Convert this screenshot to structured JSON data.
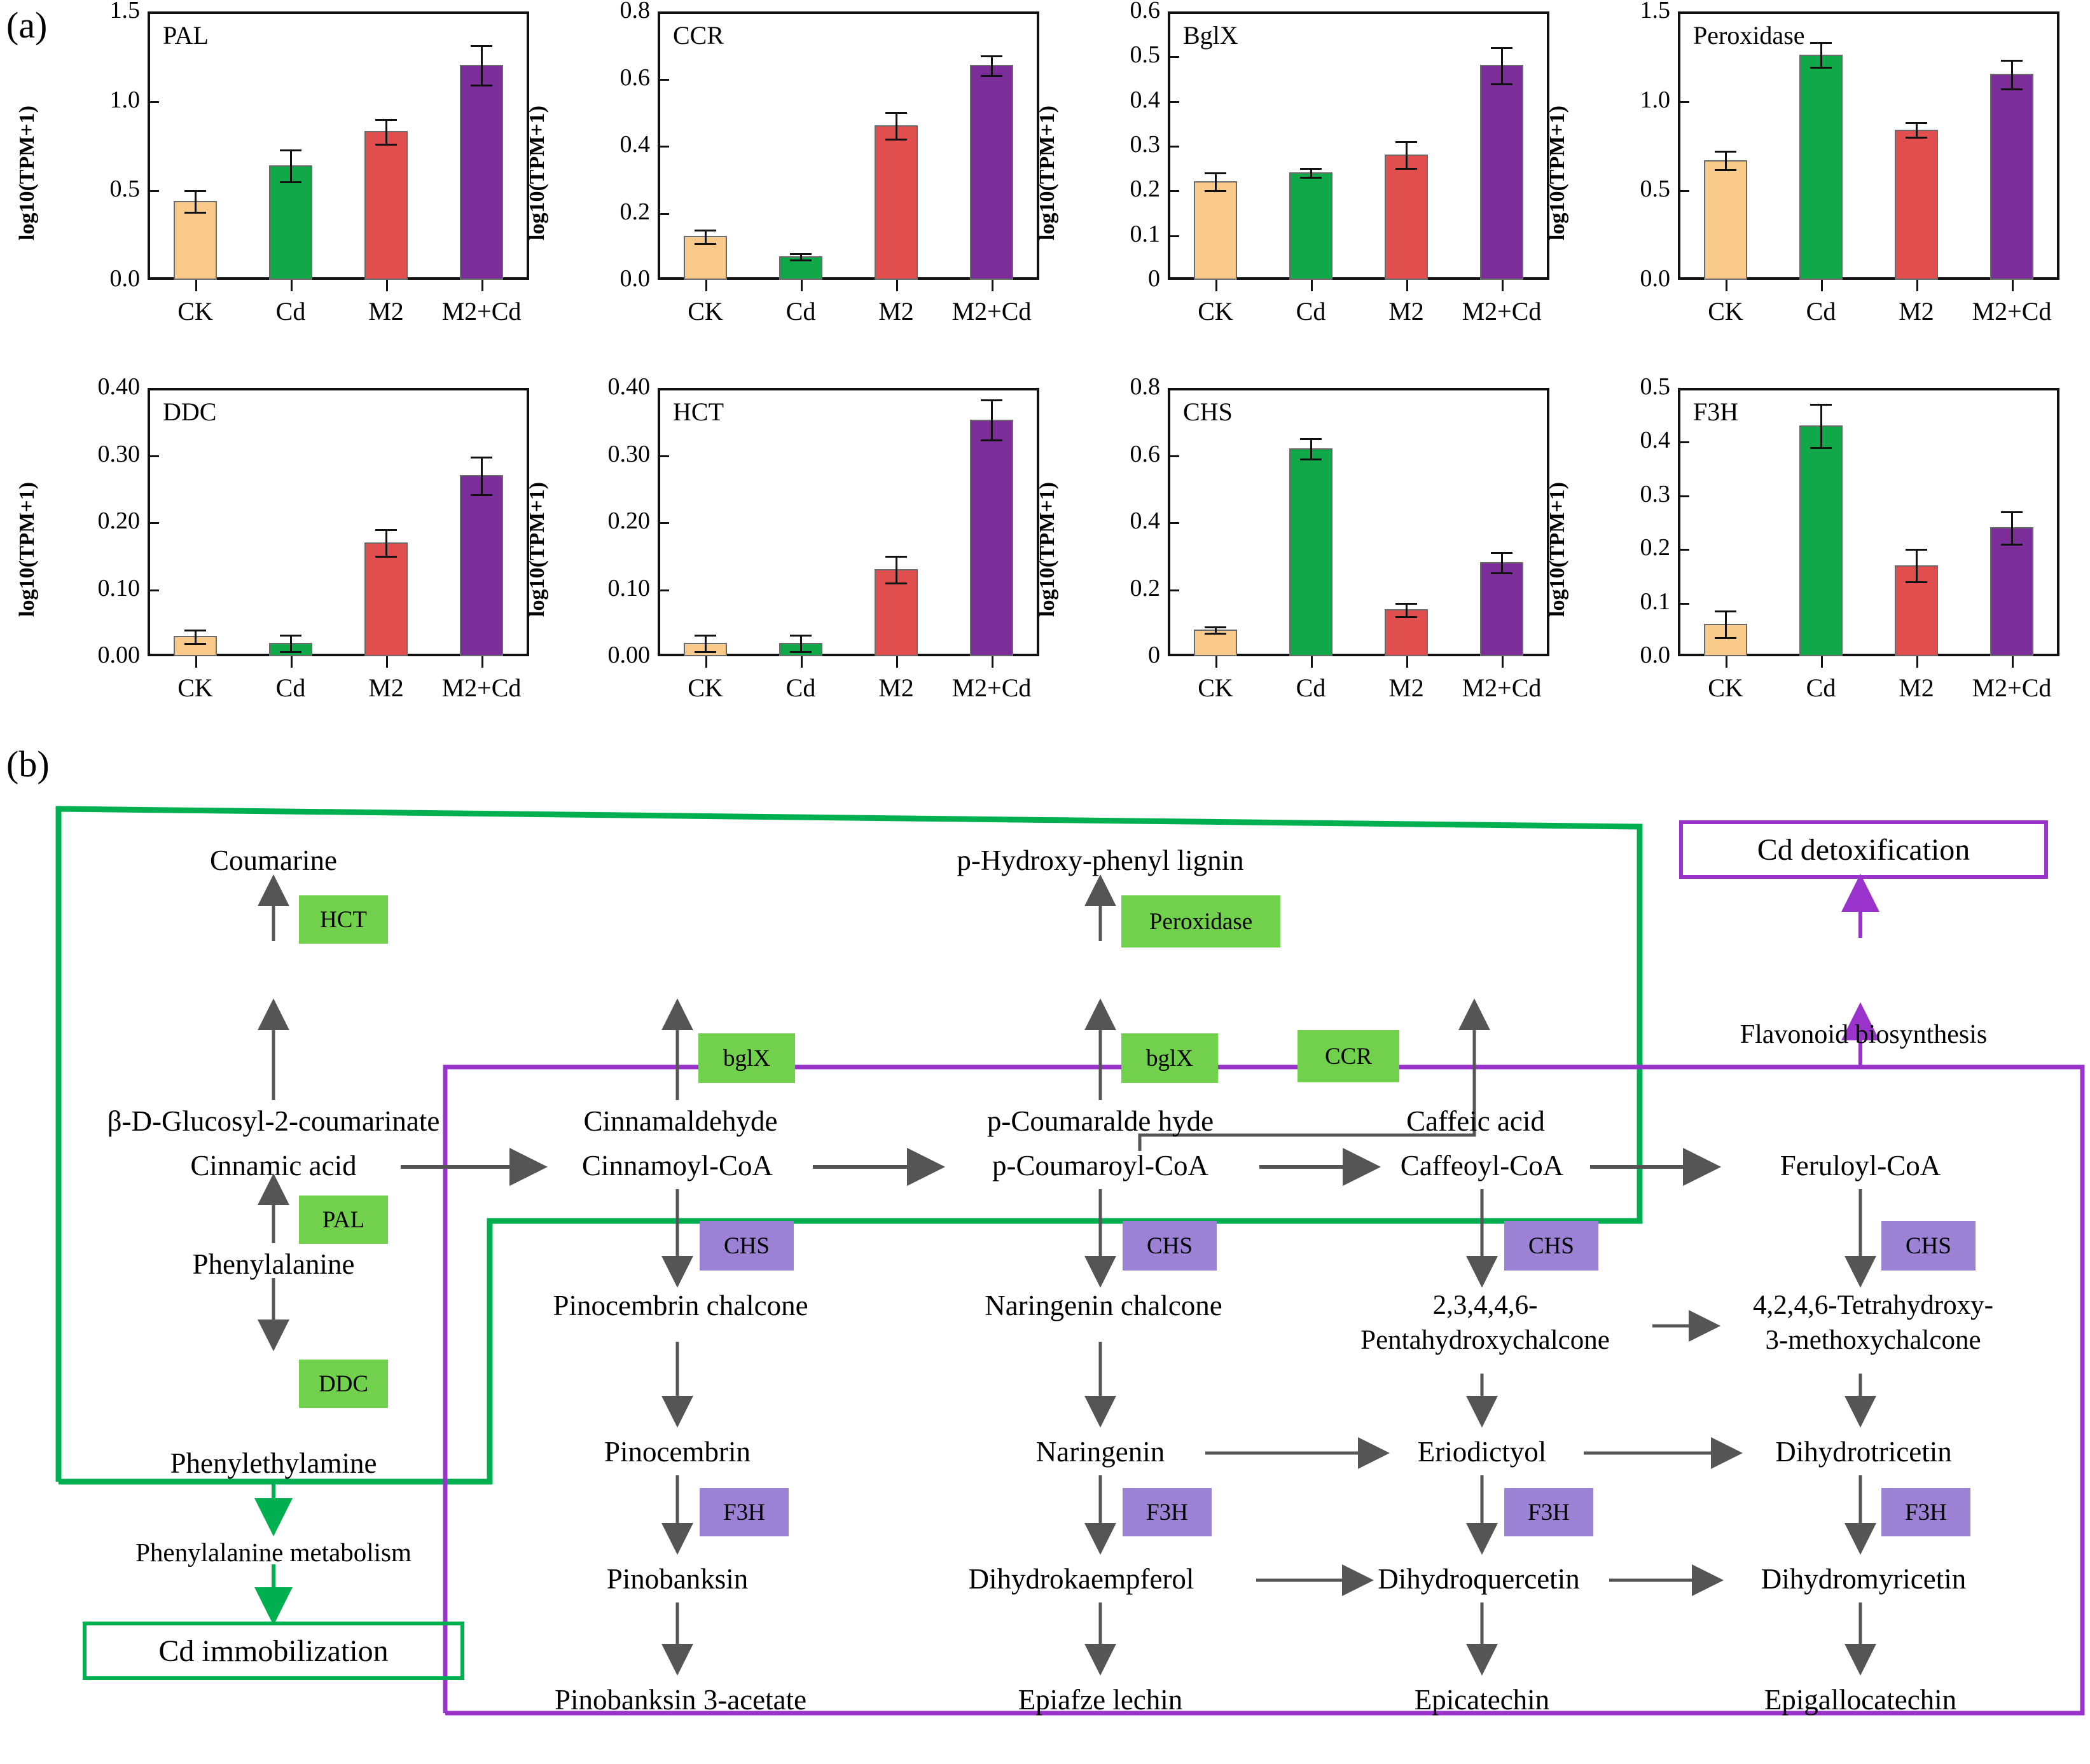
{
  "panels": {
    "a": "(a)",
    "b": "(b)"
  },
  "chart_data": [
    {
      "type": "bar",
      "title": "PAL",
      "ylabel": "log10(TPM+1)",
      "categories": [
        "CK",
        "Cd",
        "M2",
        "M2+Cd"
      ],
      "values": [
        0.44,
        0.64,
        0.83,
        1.2
      ],
      "errors": [
        0.06,
        0.09,
        0.07,
        0.11
      ],
      "ylim": [
        0,
        1.5
      ],
      "yticks": [
        0,
        0.5,
        1.0,
        1.5
      ],
      "yticklabels": [
        "0.0",
        "0.5",
        "1.0",
        "1.5"
      ],
      "colors": [
        "#F9C98A",
        "#11A84A",
        "#E04E4E",
        "#7B2D99"
      ],
      "grid": false,
      "legend": "none"
    },
    {
      "type": "bar",
      "title": "CCR",
      "ylabel": "log10(TPM+1)",
      "categories": [
        "CK",
        "Cd",
        "M2",
        "M2+Cd"
      ],
      "values": [
        0.13,
        0.07,
        0.46,
        0.64
      ],
      "errors": [
        0.02,
        0.01,
        0.04,
        0.03
      ],
      "ylim": [
        0,
        0.8
      ],
      "yticks": [
        0,
        0.2,
        0.4,
        0.6,
        0.8
      ],
      "yticklabels": [
        "0.0",
        "0.2",
        "0.4",
        "0.6",
        "0.8"
      ],
      "colors": [
        "#F9C98A",
        "#11A84A",
        "#E04E4E",
        "#7B2D99"
      ],
      "grid": false,
      "legend": "none"
    },
    {
      "type": "bar",
      "title": "BglX",
      "ylabel": "log10(TPM+1)",
      "categories": [
        "CK",
        "Cd",
        "M2",
        "M2+Cd"
      ],
      "values": [
        0.22,
        0.24,
        0.28,
        0.48
      ],
      "errors": [
        0.02,
        0.01,
        0.03,
        0.04
      ],
      "ylim": [
        0,
        0.6
      ],
      "yticks": [
        0,
        0.1,
        0.2,
        0.3,
        0.4,
        0.5,
        0.6
      ],
      "yticklabels": [
        "0",
        "0.1",
        "0.2",
        "0.3",
        "0.4",
        "0.5",
        "0.6"
      ],
      "colors": [
        "#F9C98A",
        "#11A84A",
        "#E04E4E",
        "#7B2D99"
      ],
      "grid": false,
      "legend": "none"
    },
    {
      "type": "bar",
      "title": "Peroxidase",
      "ylabel": "log10(TPM+1)",
      "categories": [
        "CK",
        "Cd",
        "M2",
        "M2+Cd"
      ],
      "values": [
        0.67,
        1.26,
        0.84,
        1.15
      ],
      "errors": [
        0.05,
        0.07,
        0.04,
        0.08
      ],
      "ylim": [
        0,
        1.5
      ],
      "yticks": [
        0,
        0.5,
        1.0,
        1.5
      ],
      "yticklabels": [
        "0.0",
        "0.5",
        "1.0",
        "1.5"
      ],
      "colors": [
        "#F9C98A",
        "#11A84A",
        "#E04E4E",
        "#7B2D99"
      ],
      "grid": false,
      "legend": "none"
    },
    {
      "type": "bar",
      "title": "DDC",
      "ylabel": "log10(TPM+1)",
      "categories": [
        "CK",
        "Cd",
        "M2",
        "M2+Cd"
      ],
      "values": [
        0.03,
        0.02,
        0.17,
        0.27
      ],
      "errors": [
        0.01,
        0.012,
        0.02,
        0.028
      ],
      "ylim": [
        0,
        0.4
      ],
      "yticks": [
        0,
        0.1,
        0.2,
        0.3,
        0.4
      ],
      "yticklabels": [
        "0.00",
        "0.10",
        "0.20",
        "0.30",
        "0.40"
      ],
      "colors": [
        "#F9C98A",
        "#11A84A",
        "#E04E4E",
        "#7B2D99"
      ],
      "grid": false,
      "legend": "none"
    },
    {
      "type": "bar",
      "title": "HCT",
      "ylabel": "log10(TPM+1)",
      "categories": [
        "CK",
        "Cd",
        "M2",
        "M2+Cd"
      ],
      "values": [
        0.02,
        0.02,
        0.13,
        0.353
      ],
      "errors": [
        0.012,
        0.012,
        0.02,
        0.03
      ],
      "ylim": [
        0,
        0.4
      ],
      "yticks": [
        0,
        0.1,
        0.2,
        0.3,
        0.4
      ],
      "yticklabels": [
        "0.00",
        "0.10",
        "0.20",
        "0.30",
        "0.40"
      ],
      "colors": [
        "#F9C98A",
        "#11A84A",
        "#E04E4E",
        "#7B2D99"
      ],
      "grid": false,
      "legend": "none"
    },
    {
      "type": "bar",
      "title": "CHS",
      "ylabel": "log10(TPM+1)",
      "categories": [
        "CK",
        "Cd",
        "M2",
        "M2+Cd"
      ],
      "values": [
        0.08,
        0.62,
        0.14,
        0.28
      ],
      "errors": [
        0.01,
        0.03,
        0.02,
        0.03
      ],
      "ylim": [
        0,
        0.8
      ],
      "yticks": [
        0,
        0.2,
        0.4,
        0.6,
        0.8
      ],
      "yticklabels": [
        "0",
        "0.2",
        "0.4",
        "0.6",
        "0.8"
      ],
      "colors": [
        "#F9C98A",
        "#11A84A",
        "#E04E4E",
        "#7B2D99"
      ],
      "grid": false,
      "legend": "none"
    },
    {
      "type": "bar",
      "title": "F3H",
      "ylabel": "log10(TPM+1)",
      "categories": [
        "CK",
        "Cd",
        "M2",
        "M2+Cd"
      ],
      "values": [
        0.06,
        0.43,
        0.17,
        0.24
      ],
      "errors": [
        0.025,
        0.04,
        0.03,
        0.03
      ],
      "ylim": [
        0,
        0.5
      ],
      "yticks": [
        0,
        0.1,
        0.2,
        0.3,
        0.4,
        0.5
      ],
      "yticklabels": [
        "0.0",
        "0.1",
        "0.2",
        "0.3",
        "0.4",
        "0.5"
      ],
      "colors": [
        "#F9C98A",
        "#11A84A",
        "#E04E4E",
        "#7B2D99"
      ],
      "grid": false,
      "legend": "none"
    }
  ],
  "pathway": {
    "metabolites": {
      "coumarine": "Coumarine",
      "glucosyl_coumarinate": "β-D-Glucosyl-2-coumarinate",
      "cinnamic_acid": "Cinnamic acid",
      "phenylalanine": "Phenylalanine",
      "phenylethylamine": "Phenylethylamine",
      "phenylalanine_metabolism": "Phenylalanine metabolism",
      "cinnamaldehyde": "Cinnamaldehyde",
      "cinnamoyl_coa": "Cinnamoyl-CoA",
      "p_hydroxy_phenyl_lignin": "p-Hydroxy-phenyl lignin",
      "p_coumaralde_hyde": "p-Coumaralde hyde",
      "p_coumaroyl_coa": "p-Coumaroyl-CoA",
      "caffeic_acid": "Caffeic acid",
      "caffeoyl_coa": "Caffeoyl-CoA",
      "feruloyl_coa": "Feruloyl-CoA",
      "flavonoid_biosynthesis": "Flavonoid biosynthesis",
      "pinocembrin_chalcone": "Pinocembrin chalcone",
      "naringenin_chalcone": "Naringenin chalcone",
      "pentahydroxychalcone_l1": "2,3,4,4,6-",
      "pentahydroxychalcone_l2": "Pentahydroxychalcone",
      "tetrahydroxychalcone_l1": "4,2,4,6-Tetrahydroxy-",
      "tetrahydroxychalcone_l2": "3-methoxychalcone",
      "pinocembrin": "Pinocembrin",
      "naringenin": "Naringenin",
      "eriodictyol": "Eriodictyol",
      "dihydrotricetin": "Dihydrotricetin",
      "pinobanksin": "Pinobanksin",
      "dihydrokaempferol": "Dihydrokaempferol",
      "dihydroquercetin": "Dihydroquercetin",
      "dihydromyricetin": "Dihydromyricetin",
      "pinobanksin_3_acetate": "Pinobanksin 3-acetate",
      "epiafze_lechin": "Epiafze lechin",
      "epicatechin": "Epicatechin",
      "epigallocatechin": "Epigallocatechin"
    },
    "enzymes": {
      "hct": "HCT",
      "pal": "PAL",
      "ddc": "DDC",
      "bglx_1": "bglX",
      "bglx_2": "bglX",
      "ccr": "CCR",
      "peroxidase": "Peroxidase",
      "chs_1": "CHS",
      "chs_2": "CHS",
      "chs_3": "CHS",
      "chs_4": "CHS",
      "f3h_1": "F3H",
      "f3h_2": "F3H",
      "f3h_3": "F3H",
      "f3h_4": "F3H"
    },
    "outcomes": {
      "cd_immobilization": "Cd immobilization",
      "cd_detoxification": "Cd  detoxification"
    },
    "colors": {
      "green_boundary": "#00B050",
      "purple_boundary": "#9933CC",
      "enzyme_green": "#72D14C",
      "enzyme_purple": "#9B82D4",
      "arrow_gray": "#555555"
    }
  }
}
